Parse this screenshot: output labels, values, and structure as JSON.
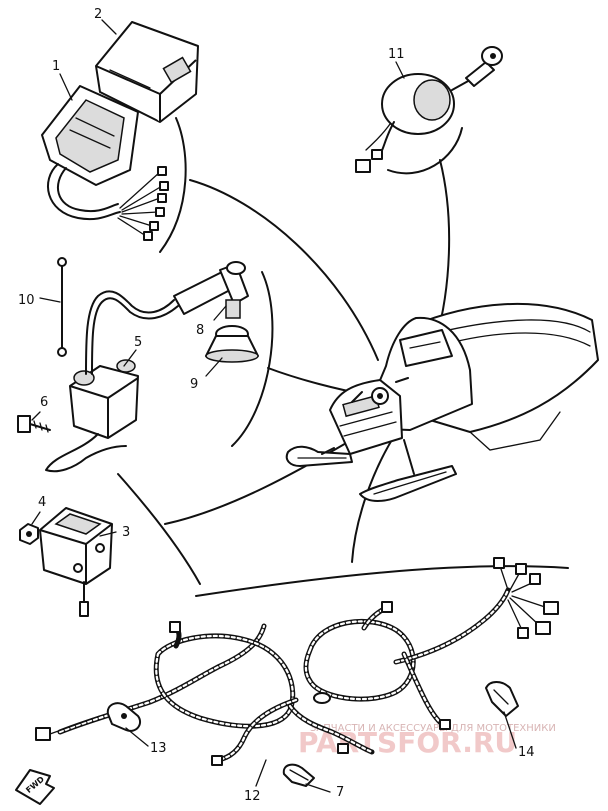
{
  "callouts": [
    "1",
    "2",
    "3",
    "4",
    "5",
    "6",
    "7",
    "8",
    "9",
    "10",
    "11",
    "12",
    "13",
    "14"
  ],
  "fwd_marker": "FWD",
  "watermark": {
    "line1": "ЗАПЧАСТИ И АКСЕССУАРЫ ДЛЯ МОТОТЕХНИКИ",
    "line2": "PARTSFOR.RU",
    "color": "#e8a0a0"
  },
  "colors": {
    "ink": "#111111",
    "paper": "#ffffff"
  }
}
